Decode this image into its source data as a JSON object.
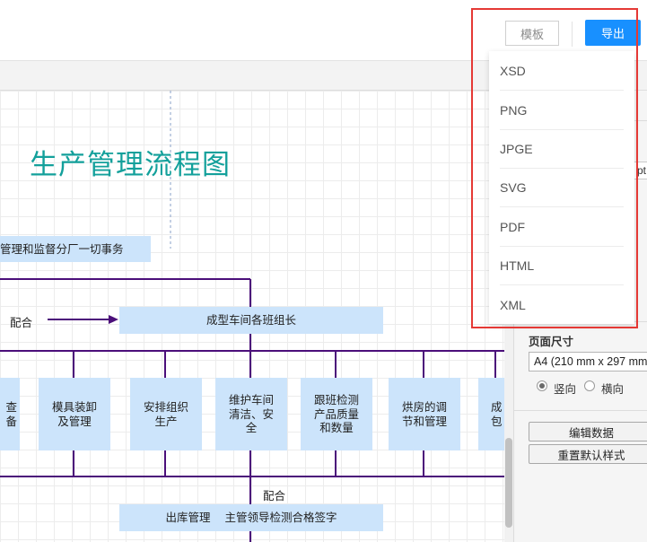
{
  "toolbar": {
    "template_label": "模板",
    "export_label": "导出"
  },
  "export_menu": {
    "items": [
      "XSD",
      "PNG",
      "JPGE",
      "SVG",
      "PDF",
      "HTML",
      "XML"
    ]
  },
  "flowchart": {
    "title": "生产管理流程图",
    "top_box": "管理和监督分厂一切事务",
    "coordinate_label_1": "配合",
    "leader_box": "成型车间各班组长",
    "tasks": [
      "查\n备",
      "模具装卸\n及管理",
      "安排组织\n生产",
      "维护车间\n清洁、安\n全",
      "跟班检测\n产品质量\n和数量",
      "烘房的调\n节和管理",
      "成\n包"
    ],
    "coordinate_label_2": "配合",
    "bottom_box": "出库管理    主管领导检测合格签字"
  },
  "right_panel": {
    "stub_input_value": "pt",
    "page_size_heading": "页面尺寸",
    "page_size_value": "A4 (210 mm x 297 mm)",
    "orientation_portrait": "竖向",
    "orientation_landscape": "横向",
    "orientation_selected": "竖向",
    "edit_data_button": "编辑数据",
    "reset_style_button": "重置默认样式"
  },
  "colors": {
    "accent": "#1890ff",
    "title_teal": "#13a09b",
    "node_fill": "#cce4fb",
    "connector": "#4b0f7a",
    "highlight": "#e53935"
  }
}
